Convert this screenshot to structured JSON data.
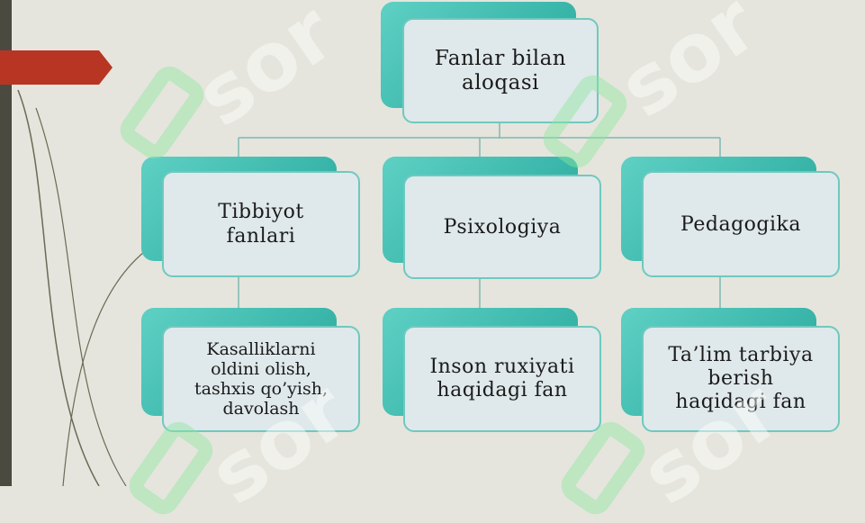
{
  "diagram": {
    "root": {
      "label": "Fanlar bilan\naloqasi"
    },
    "branches": [
      {
        "label": "Tibbiyot\nfanlari",
        "description": "Kasalliklarni\noldini olish,\ntashxis qo’yish,\ndavolash"
      },
      {
        "label": "Psixologiya",
        "description": "Inson ruxiyati\nhaqidagi fan"
      },
      {
        "label": "Pedagogika",
        "description": "Ta’lim tarbiya\nberish\nhaqidagi fan"
      }
    ]
  },
  "watermark": {
    "text": "sor"
  },
  "colors": {
    "accent": "#3bb7ab",
    "card": "#dfe8ea",
    "flag": "#b83524",
    "background": "#e5e5dd"
  }
}
